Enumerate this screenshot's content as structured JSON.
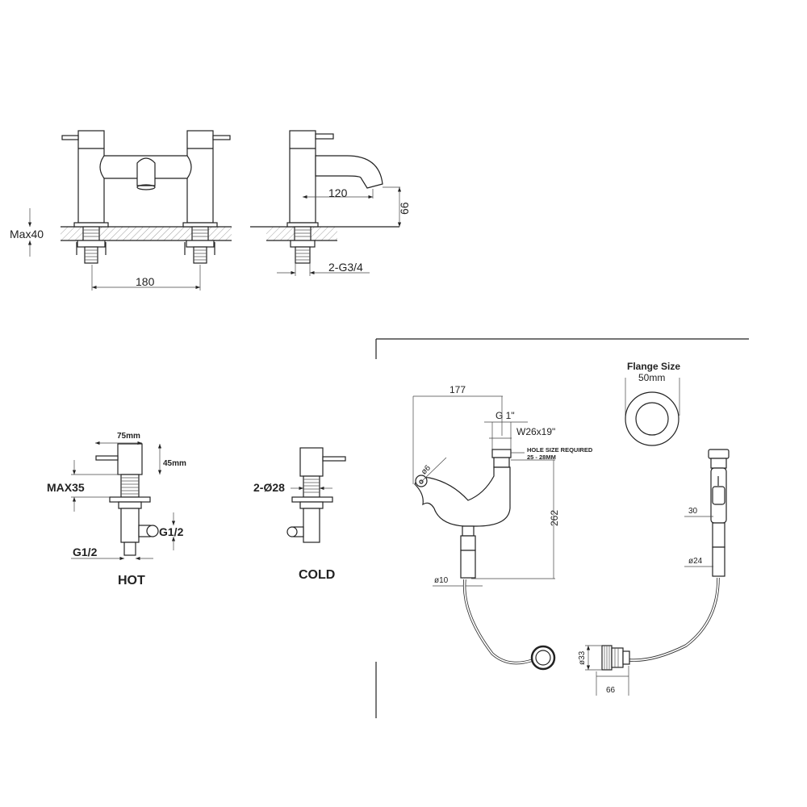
{
  "bath_filler_front": {
    "max_deck": "Max40",
    "centres": "180"
  },
  "bath_filler_side": {
    "spout_reach": "120",
    "spout_height": "66",
    "inlet_thread": "2-G3/4"
  },
  "hot_valve": {
    "width": "75mm",
    "height": "45mm",
    "max_deck": "MAX35",
    "outlet_thread": "G1/2",
    "inlet_thread": "G1/2",
    "label": "HOT"
  },
  "cold_valve": {
    "hole": "2-Ø28",
    "label": "COLD"
  },
  "flange": {
    "title": "Flange Size",
    "size": "50mm"
  },
  "shower_holder": {
    "reach": "177",
    "thread": "G 1\"",
    "nut": "W26x19\"",
    "hole_note_1": "HOLE SIZE REQUIRED",
    "hole_note_2": "25 - 28MM",
    "pin": "ø6",
    "height": "262",
    "hose_dia": "ø10"
  },
  "handset": {
    "width": "30",
    "dia": "ø24",
    "connector_dia": "ø33",
    "connector_len": "66"
  }
}
